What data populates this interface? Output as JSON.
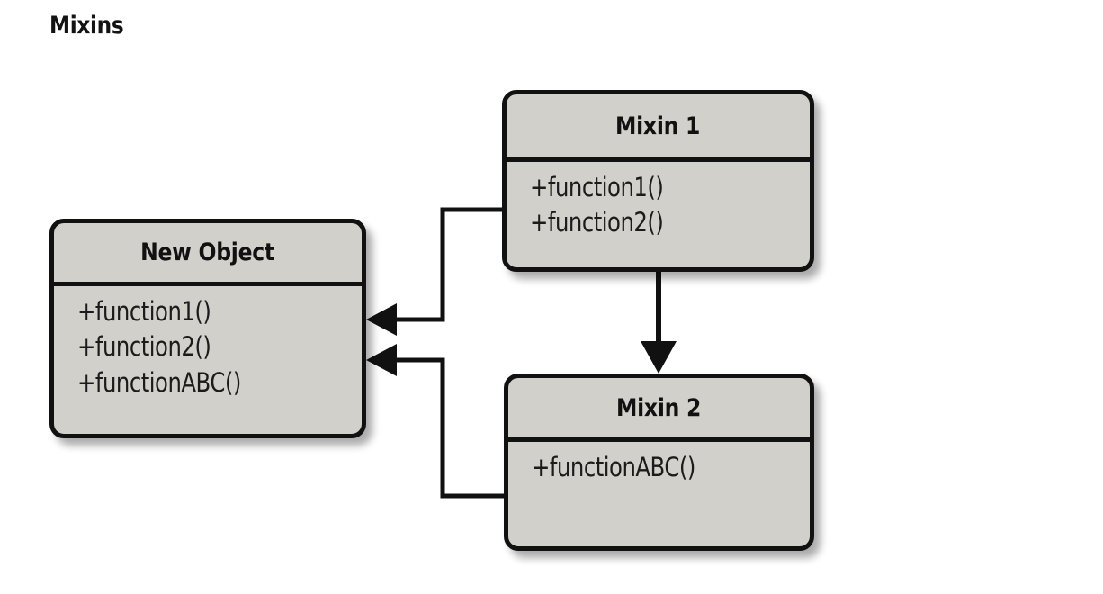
{
  "diagram": {
    "title": "Mixins",
    "type": "uml-class-diagram",
    "background_color": "#ffffff",
    "box_fill_color": "#d2d0cb",
    "box_border_color": "#111111",
    "text_color": "#111111"
  },
  "boxes": [
    {
      "id": "new-object",
      "title": "New Object",
      "members": [
        "+function1()",
        "+function2()",
        "+functionABC()"
      ]
    },
    {
      "id": "mixin-1",
      "title": "Mixin 1",
      "members": [
        "+function1()",
        "+function2()"
      ]
    },
    {
      "id": "mixin-2",
      "title": "Mixin 2",
      "members": [
        "+functionABC()"
      ]
    }
  ],
  "connectors": [
    {
      "id": "mixin1-to-new-object",
      "from": "mixin-1",
      "to": "new-object",
      "style": "orthogonal-elbow",
      "arrowhead": "solid-filled-triangle",
      "arrow_at": "new-object-right-edge-upper"
    },
    {
      "id": "mixin2-to-new-object",
      "from": "mixin-2",
      "to": "new-object",
      "style": "orthogonal-elbow",
      "arrowhead": "solid-filled-triangle",
      "arrow_at": "new-object-right-edge-lower"
    },
    {
      "id": "mixin1-to-mixin2",
      "from": "mixin-1",
      "to": "mixin-2",
      "style": "straight-vertical",
      "arrowhead": "solid-filled-triangle",
      "arrow_at": "mixin-2-top-edge"
    }
  ]
}
